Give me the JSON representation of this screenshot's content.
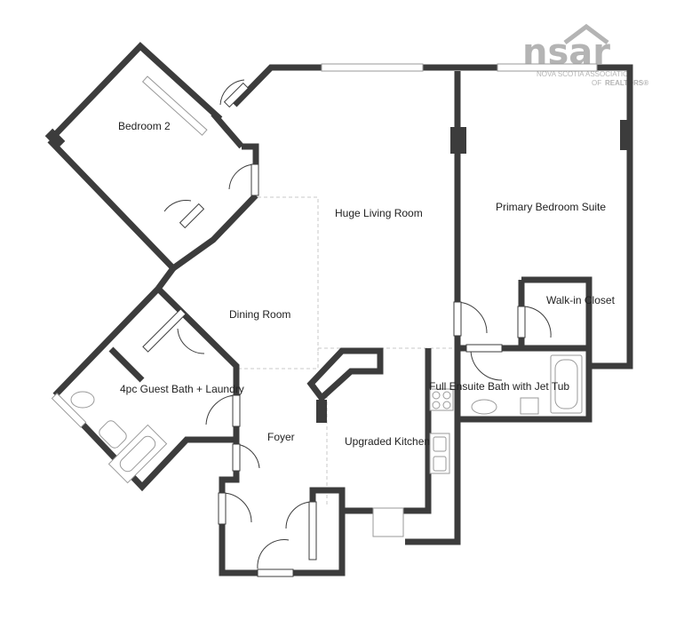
{
  "logo": {
    "name": "nsar",
    "tagline_line1": "NOVA SCOTIA ASSOCIATION",
    "tagline_line2_prefix": "OF",
    "tagline_line2_brand": "REALTORS®"
  },
  "rooms": {
    "bedroom_2": "Bedroom 2",
    "living_room": "Huge Living Room",
    "primary_bedroom": "Primary Bedroom Suite",
    "walk_in_closet": "Walk-in Closet",
    "dining_room": "Dining Room",
    "guest_bath": "4pc Guest Bath + Laundry",
    "ensuite_bath": "Full Ensuite Bath with Jet Tub",
    "foyer": "Foyer",
    "kitchen": "Upgraded Kitchen"
  },
  "colors": {
    "wall": "#3c3c3c",
    "fixture": "#9a9a9a",
    "logo": "#b4b4b4",
    "window": "#c8c8c8"
  }
}
